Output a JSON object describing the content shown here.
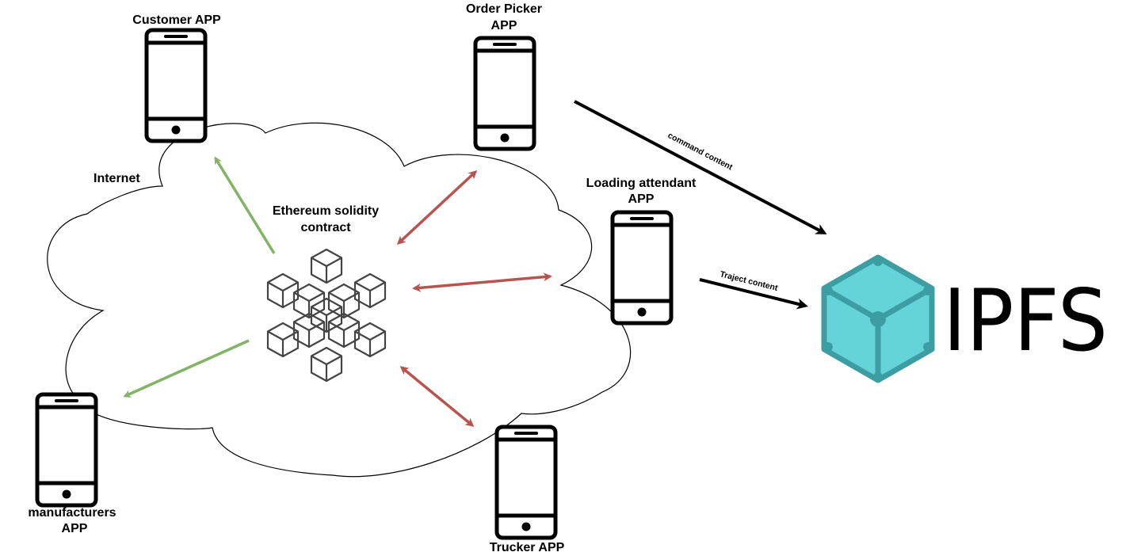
{
  "cloud": {
    "label": "Internet"
  },
  "contract": {
    "label_line1": "Ethereum solidity",
    "label_line2": "contract"
  },
  "apps": {
    "customer": {
      "label_line1": "Customer APP"
    },
    "order_picker": {
      "label_line1": "Order Picker",
      "label_line2": "APP"
    },
    "loading_attendant": {
      "label_line1": "Loading attendant",
      "label_line2": "APP"
    },
    "manufacturers": {
      "label_line1": "manufacturers",
      "label_line2": "APP"
    },
    "trucker": {
      "label_line1": "Trucker APP"
    }
  },
  "ipfs": {
    "wordmark": "IPFS",
    "color": "#65D4D8",
    "stroke": "#3C9EA3"
  },
  "edges": {
    "command": {
      "label": "command content"
    },
    "traject": {
      "label": "Traject content"
    }
  },
  "colors": {
    "green": "#82B366",
    "red": "#B85450",
    "black": "#000000"
  }
}
